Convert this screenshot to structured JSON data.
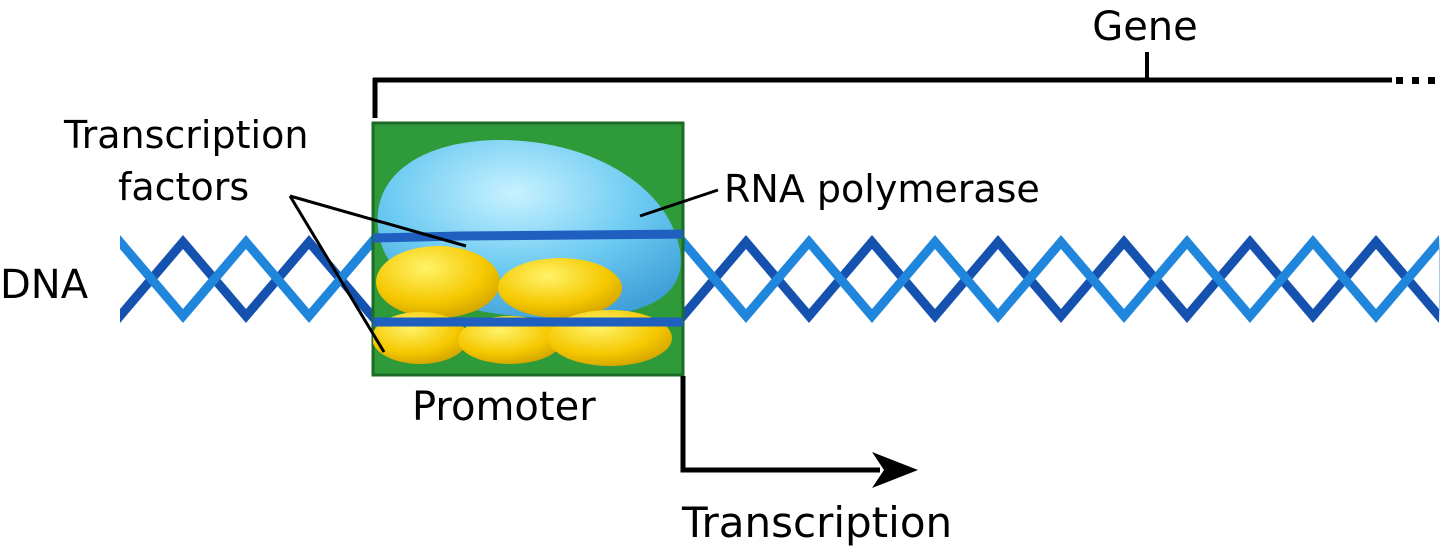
{
  "labels": {
    "gene": "Gene",
    "transcription_factors_line1": "Transcription",
    "transcription_factors_line2": "factors",
    "rna_polymerase": "RNA polymerase",
    "dna": "DNA",
    "promoter": "Promoter",
    "transcription": "Transcription"
  },
  "colors": {
    "promoter_box": "#2f9a3a",
    "promoter_border": "#1e6b25",
    "rna_polymerase": "#6ecbf2",
    "rna_polymerase_light": "#b8ecff",
    "transcription_factor": "#f5c800",
    "transcription_factor_light": "#fff36a",
    "dna_back": "#1552b0",
    "dna_front": "#1f86dc",
    "line": "#000000"
  }
}
